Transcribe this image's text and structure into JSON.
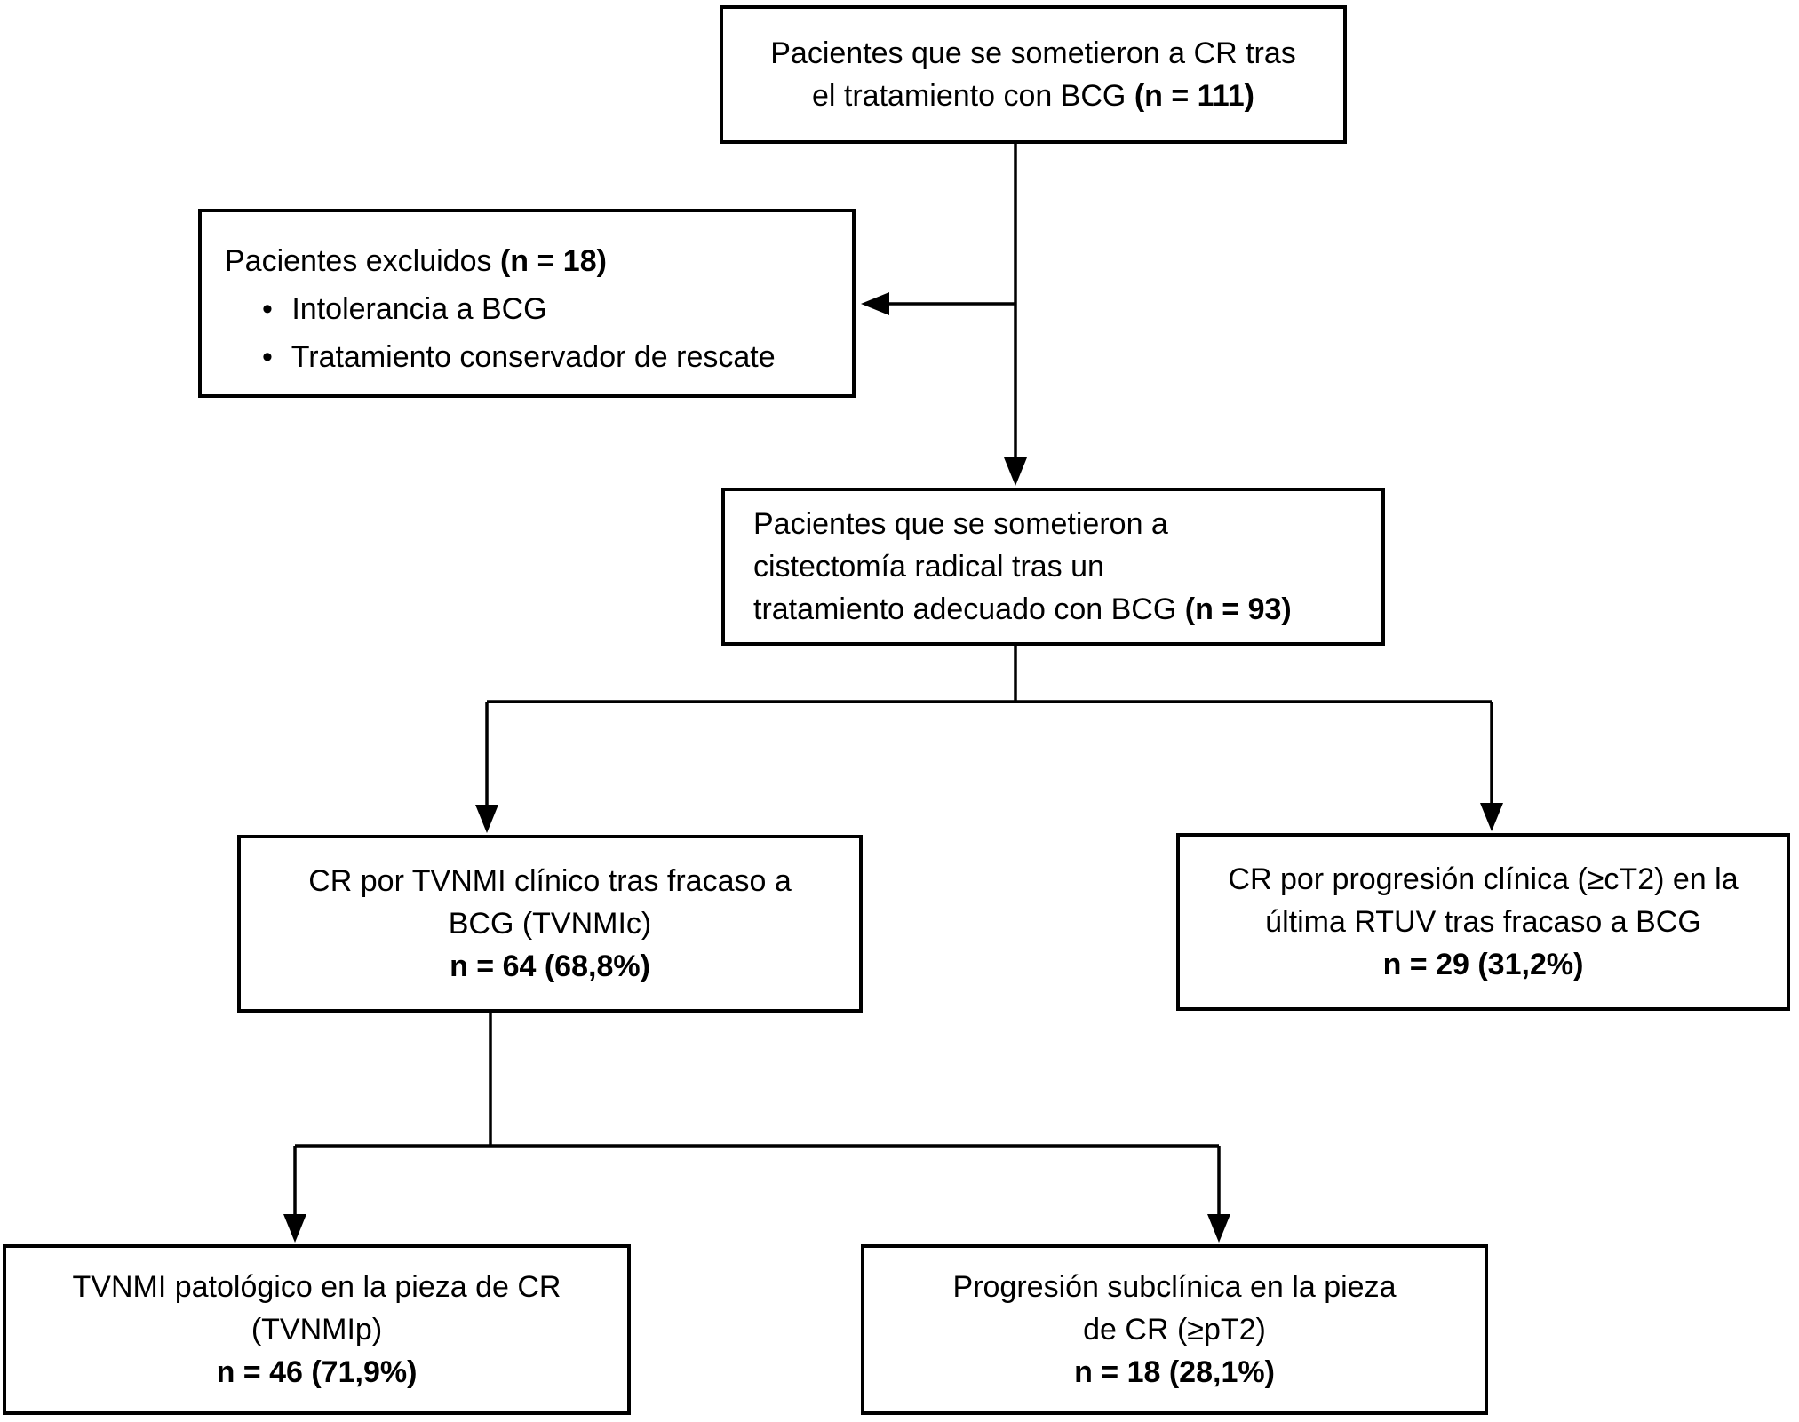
{
  "diagram": {
    "background_color": "#ffffff",
    "line_color": "#000000"
  },
  "boxes": {
    "cr_after_bcg": {
      "line1": "Pacientes que se sometieron a CR tras",
      "line2": "el tratamiento con BCG",
      "line2_n": "(n = 111)"
    },
    "excluded": {
      "title": "Pacientes excluidos",
      "title_n": "(n = 18)",
      "bullet": "•",
      "item1": "Intolerancia a BCG",
      "item2": "Tratamiento conservador de rescate"
    },
    "adequate_bcg": {
      "line1": "Pacientes que se sometieron a",
      "line2": "cistectomía radical tras un",
      "line3": "tratamiento adecuado con BCG",
      "line3_n": "(n = 93)"
    },
    "tvnmic": {
      "line1": "CR por TVNMI clínico tras fracaso a",
      "line2": "BCG (TVNMIc)",
      "n": "n = 64 (68,8%)"
    },
    "clinical_progression": {
      "line1": "CR por progresión clínica (≥cT2) en la",
      "line2": "última RTUV tras fracaso a BCG",
      "n": "n = 29 (31,2%)"
    },
    "tvnmip": {
      "line1": "TVNMI patológico en la pieza de CR",
      "line2": "(TVNMIp)",
      "n": "n = 46 (71,9%)"
    },
    "subclinical_progression": {
      "line1": "Progresión subclínica en la pieza",
      "line2": "de CR (≥pT2)",
      "n": "n = 18 (28,1%)"
    }
  }
}
